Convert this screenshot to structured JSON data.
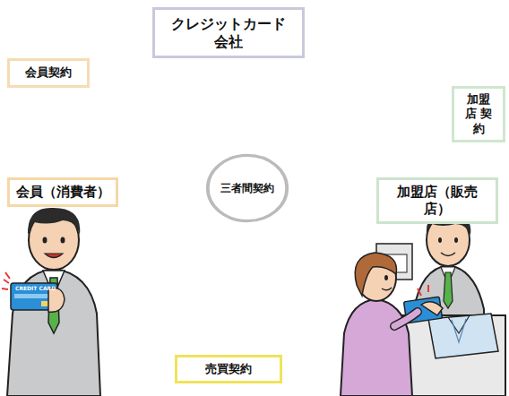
{
  "diagram": {
    "nodes": [
      {
        "text": [
          "クレジットカード 会社"
        ]
      },
      {
        "text": [
          "会員契約"
        ]
      },
      {
        "text": [
          "加盟店 契約"
        ]
      },
      {
        "text": [
          "会員（消費者）"
        ]
      },
      {
        "text": [
          "三者間契約"
        ]
      },
      {
        "text": [
          "加盟店（販売店）"
        ]
      },
      {
        "text": [
          "売買契約"
        ]
      }
    ],
    "labels": [
      "CREDIT CARD"
    ]
  }
}
